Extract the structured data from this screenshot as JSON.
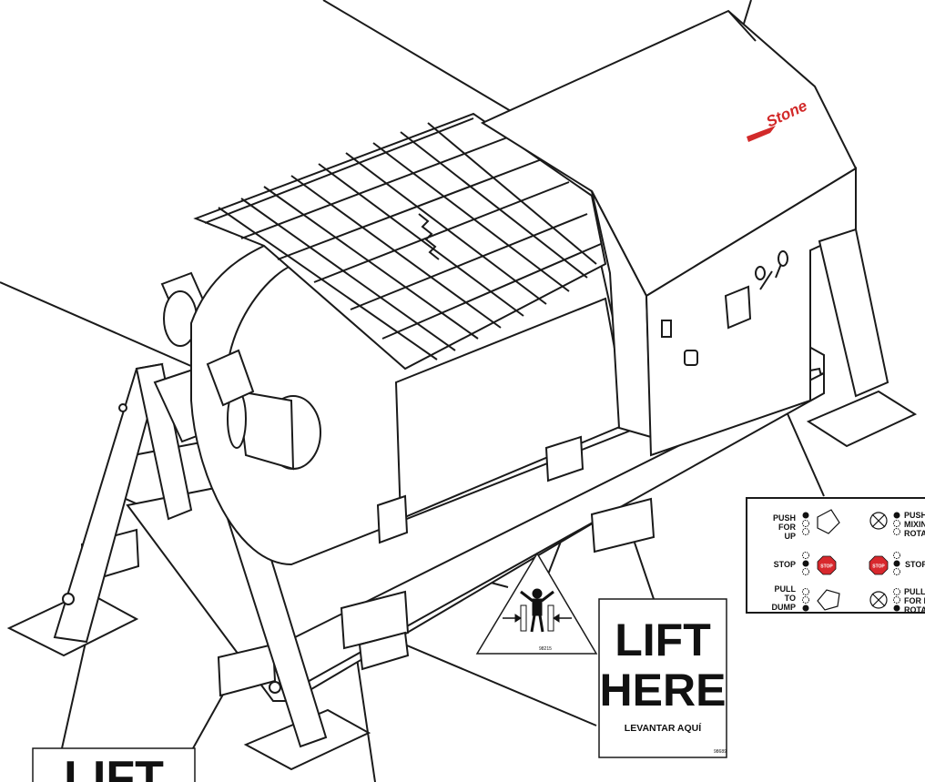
{
  "brand": {
    "logo_text": "Stone",
    "logo_color": "#d22a2a"
  },
  "decals": {
    "lift_here_large": {
      "line1": "LIFT",
      "line2": "HERE",
      "subtitle": "LEVANTAR AQUÍ",
      "code": "98689"
    },
    "lift_partial": {
      "line1": "LIFT"
    },
    "pinch_point": {
      "code": "98215"
    },
    "control_panel": {
      "left_top": "PUSH FOR UP",
      "left_middle": "STOP",
      "left_bottom": "PULL TO DUMP",
      "right_top": "PUSH MIXING ROTA",
      "right_middle": "STOP",
      "right_bottom": "PULL FOR R ROTA",
      "stop_badge": "STOP"
    }
  },
  "colors": {
    "line": "#1a1a1a",
    "stop_red": "#d8282d"
  }
}
